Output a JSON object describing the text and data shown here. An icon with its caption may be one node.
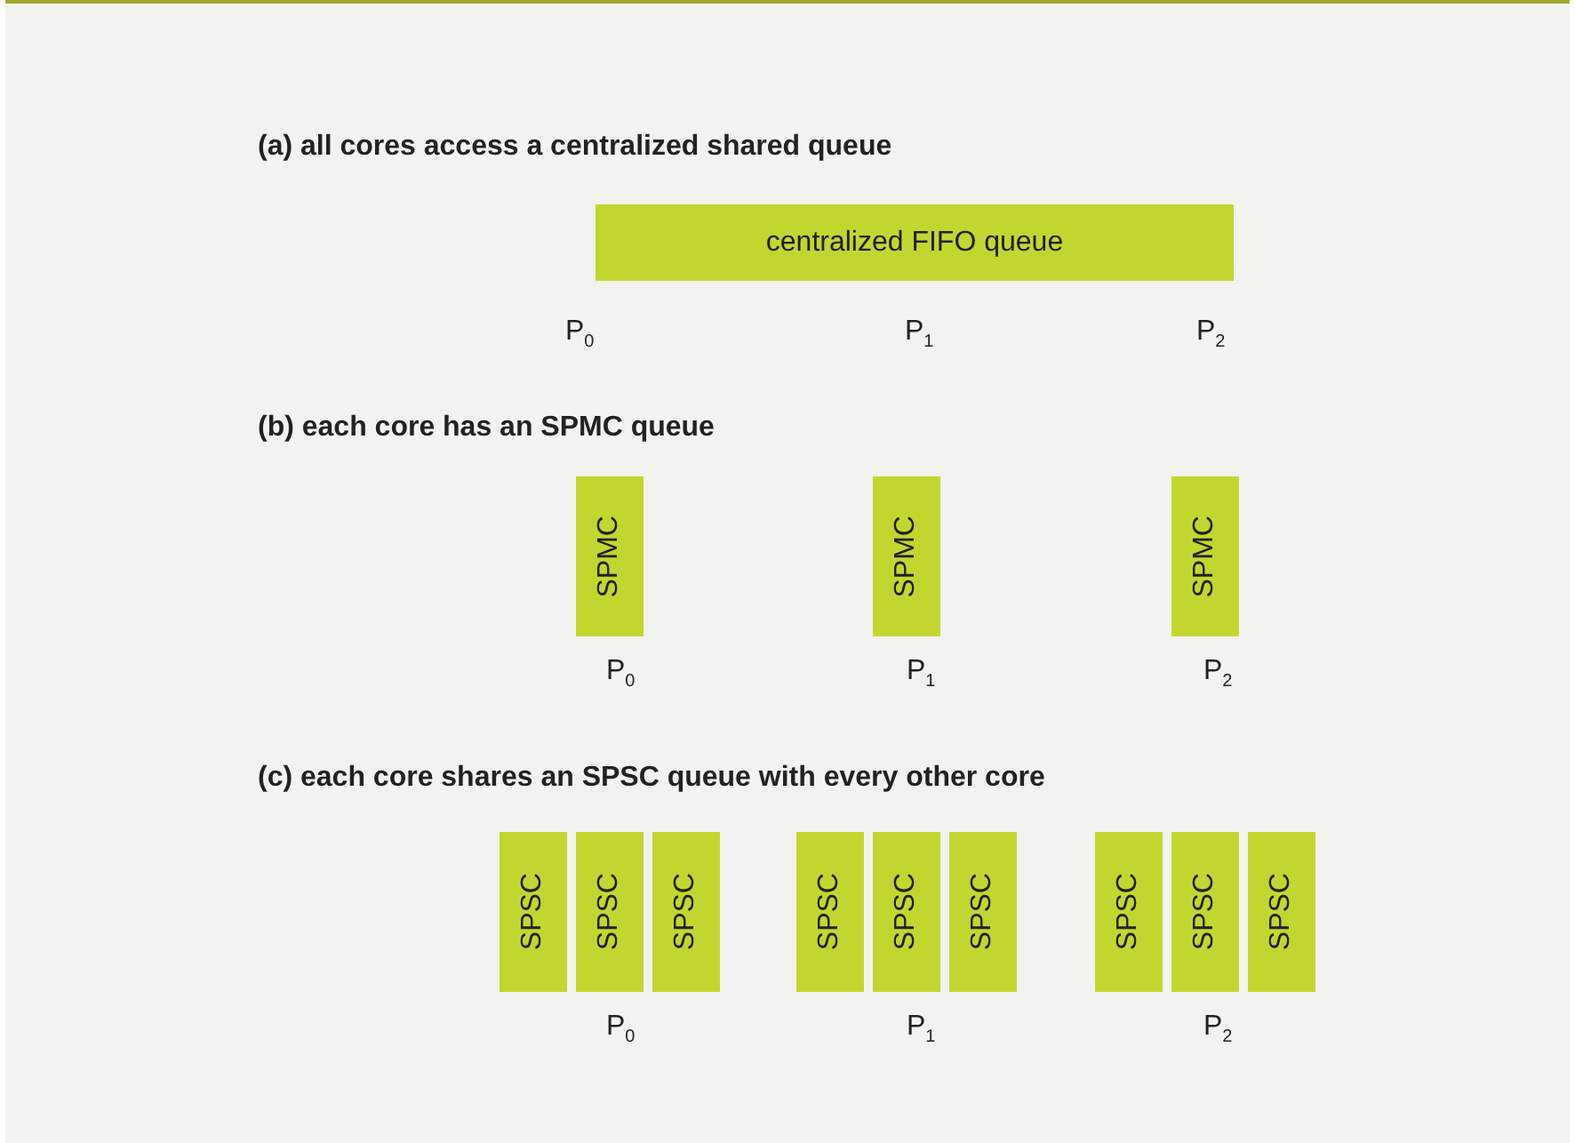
{
  "diagram": {
    "nodes": [
      {
        "text": [
          "centralized FIFO queue"
        ]
      },
      {
        "text": [
          "SPMC"
        ]
      },
      {
        "text": [
          "SPMC"
        ]
      },
      {
        "text": [
          "SPMC"
        ]
      },
      {
        "text": [
          "SPSC"
        ]
      },
      {
        "text": [
          "SPSC"
        ]
      },
      {
        "text": [
          "SPSC"
        ]
      },
      {
        "text": [
          "SPSC"
        ]
      },
      {
        "text": [
          "SPSC"
        ]
      },
      {
        "text": [
          "SPSC"
        ]
      },
      {
        "text": [
          "SPSC"
        ]
      },
      {
        "text": [
          "SPSC"
        ]
      },
      {
        "text": [
          "SPSC"
        ]
      }
    ],
    "labels": [
      "(a) all cores access a centralized shared queue",
      "P$_{0}$",
      "P$_{1}$",
      "P$_{2}$",
      "(b) each core has an SPMC queue",
      "P$_{0}$",
      "P$_{1}$",
      "P$_{2}$",
      "(c) each core shares an SPSC queue with every other core",
      "P$_{0}$",
      "P$_{1}$",
      "P$_{2}$"
    ]
  }
}
